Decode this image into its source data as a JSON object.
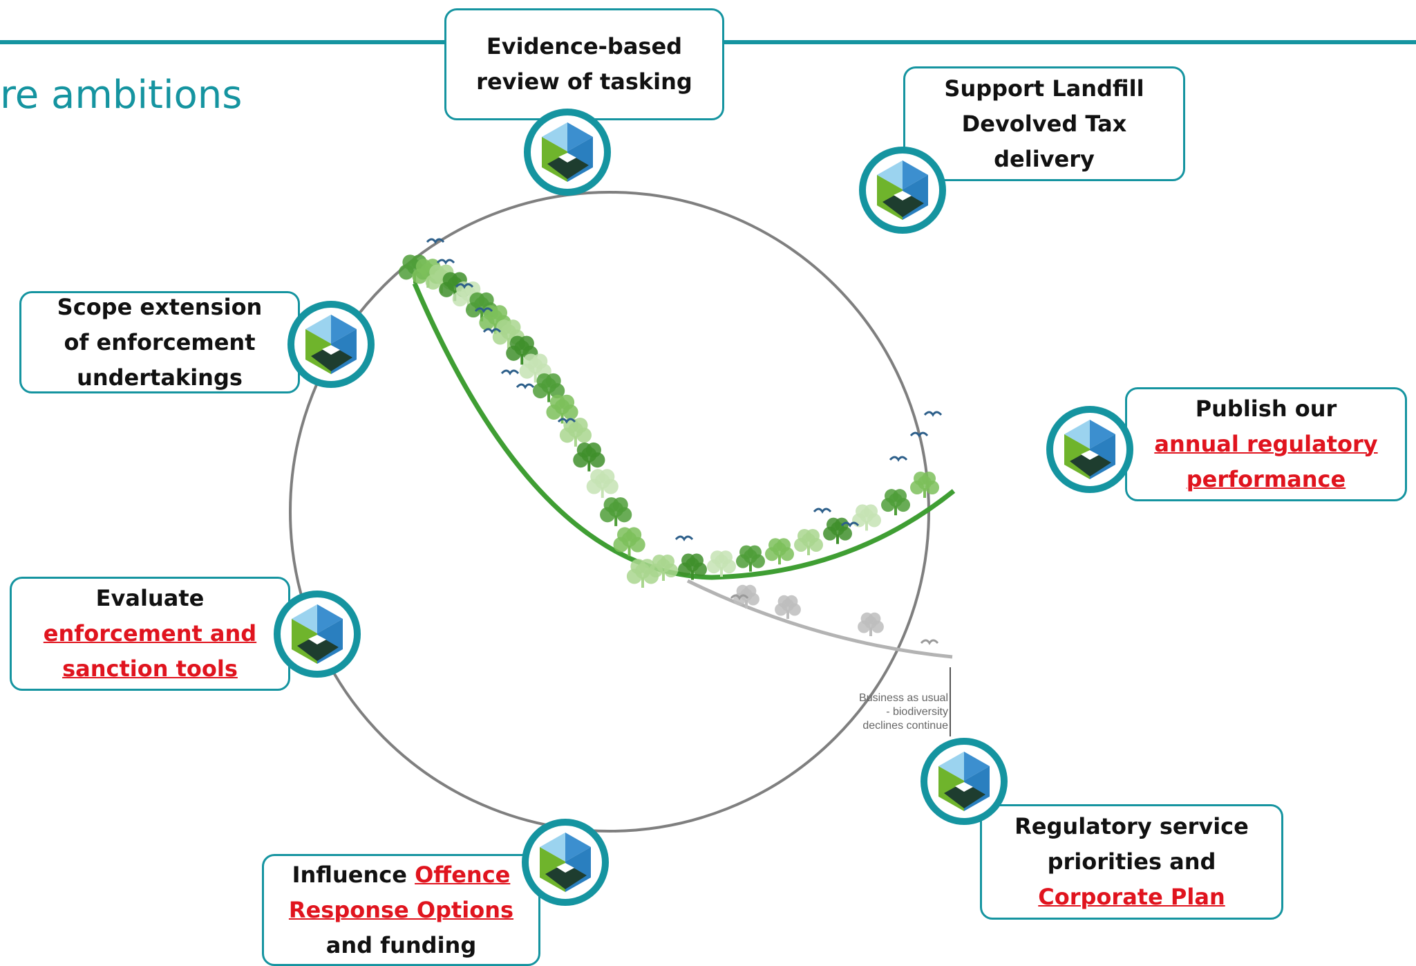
{
  "header": {
    "title": "re ambitions"
  },
  "colors": {
    "accent": "#1594a0",
    "link": "#e0141e",
    "green_curve": "#3f9e33",
    "grey_curve": "#b3b3b3"
  },
  "diagram": {
    "nodes": [
      {
        "id": "evidence",
        "lines": [
          {
            "text": "Evidence-based"
          },
          {
            "text": "review of tasking"
          }
        ]
      },
      {
        "id": "landfill",
        "lines": [
          {
            "text": "Support Landfill"
          },
          {
            "text": "Devolved Tax"
          },
          {
            "text": "delivery"
          }
        ]
      },
      {
        "id": "scope",
        "lines": [
          {
            "text": "Scope extension"
          },
          {
            "text": "of enforcement"
          },
          {
            "text": "undertakings"
          }
        ]
      },
      {
        "id": "publish",
        "lines": [
          {
            "text": "Publish our"
          },
          {
            "link": "annual regulatory"
          },
          {
            "link": "performance"
          }
        ]
      },
      {
        "id": "evaluate",
        "lines": [
          {
            "text": "Evaluate"
          },
          {
            "link": "enforcement and"
          },
          {
            "link": "sanction tools"
          }
        ]
      },
      {
        "id": "influence",
        "lines": [
          {
            "text": "Influence ",
            "link": "Offence"
          },
          {
            "link": "Response Options"
          },
          {
            "text": "and funding"
          }
        ]
      },
      {
        "id": "priorities",
        "lines": [
          {
            "text": "Regulatory service"
          },
          {
            "text": "priorities and"
          },
          {
            "link": "Corporate Plan"
          }
        ]
      }
    ],
    "node_icon": "hexagon-landscape-icon",
    "bau_note": "Business as usual\n- biodiversity\ndeclines continue"
  }
}
